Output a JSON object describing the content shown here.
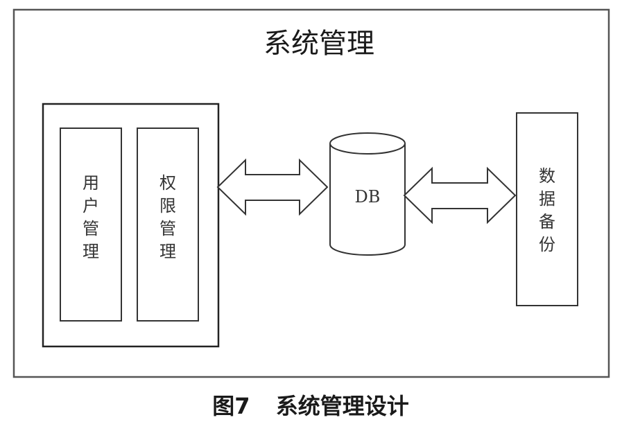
{
  "diagram": {
    "frame_title": "系统管理",
    "module_group": {
      "user_management": "用户管理",
      "permission_management": "权限管理"
    },
    "database_label": "DB",
    "backup_label": "数据备份"
  },
  "caption": {
    "figure_number": "图7",
    "text": "系统管理设计"
  },
  "colors": {
    "stroke": "#333333",
    "fill": "#ffffff",
    "text": "#1a1a1a"
  }
}
